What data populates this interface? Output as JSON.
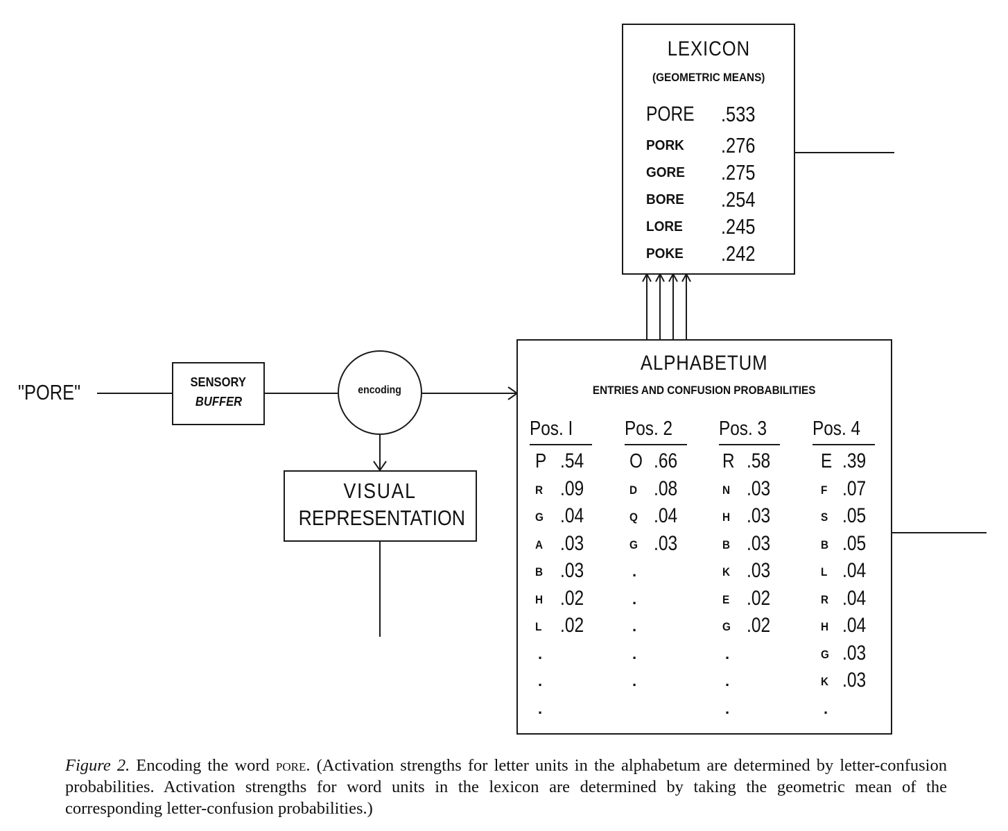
{
  "input_word": "\"PORE\"",
  "sensory_buffer": {
    "line1": "SENSORY",
    "line2": "BUFFER"
  },
  "encoding_label": "encoding",
  "visual_representation": {
    "line1": "VISUAL",
    "line2": "REPRESENTATION"
  },
  "lexicon": {
    "title": "LEXICON",
    "subtitle": "(GEOMETRIC MEANS)",
    "entries": [
      {
        "word": "PORE",
        "value": ".533"
      },
      {
        "word": "PORK",
        "value": ".276"
      },
      {
        "word": "GORE",
        "value": ".275"
      },
      {
        "word": "BORE",
        "value": ".254"
      },
      {
        "word": "LORE",
        "value": ".245"
      },
      {
        "word": "POKE",
        "value": ".242"
      }
    ]
  },
  "alphabetum": {
    "title": "ALPHABETUM",
    "subtitle": "ENTRIES AND CONFUSION PROBABILITIES",
    "columns": [
      {
        "header": "Pos. I",
        "entries": [
          {
            "letter": "P",
            "value": ".54"
          },
          {
            "letter": "R",
            "value": ".09"
          },
          {
            "letter": "G",
            "value": ".04"
          },
          {
            "letter": "A",
            "value": ".03"
          },
          {
            "letter": "B",
            "value": ".03"
          },
          {
            "letter": "H",
            "value": ".02"
          },
          {
            "letter": "L",
            "value": ".02"
          }
        ]
      },
      {
        "header": "Pos. 2",
        "entries": [
          {
            "letter": "O",
            "value": ".66"
          },
          {
            "letter": "D",
            "value": ".08"
          },
          {
            "letter": "Q",
            "value": ".04"
          },
          {
            "letter": "G",
            "value": ".03"
          }
        ]
      },
      {
        "header": "Pos. 3",
        "entries": [
          {
            "letter": "R",
            "value": ".58"
          },
          {
            "letter": "N",
            "value": ".03"
          },
          {
            "letter": "H",
            "value": ".03"
          },
          {
            "letter": "B",
            "value": ".03"
          },
          {
            "letter": "K",
            "value": ".03"
          },
          {
            "letter": "E",
            "value": ".02"
          },
          {
            "letter": "G",
            "value": ".02"
          }
        ]
      },
      {
        "header": "Pos. 4",
        "entries": [
          {
            "letter": "E",
            "value": ".39"
          },
          {
            "letter": "F",
            "value": ".07"
          },
          {
            "letter": "S",
            "value": ".05"
          },
          {
            "letter": "B",
            "value": ".05"
          },
          {
            "letter": "L",
            "value": ".04"
          },
          {
            "letter": "R",
            "value": ".04"
          },
          {
            "letter": "H",
            "value": ".04"
          },
          {
            "letter": "G",
            "value": ".03"
          },
          {
            "letter": "K",
            "value": ".03"
          }
        ]
      }
    ]
  },
  "caption": {
    "label": "Figure 2.",
    "text_before_word": " Encoding the word ",
    "word": "pore",
    "text_after_word": ". (Activation strengths for letter units in the alphabetum are determined by letter-confusion probabilities. Activation strengths for word units in the lexicon are determined by taking the geometric mean of the corresponding letter-confusion probabilities.)"
  }
}
